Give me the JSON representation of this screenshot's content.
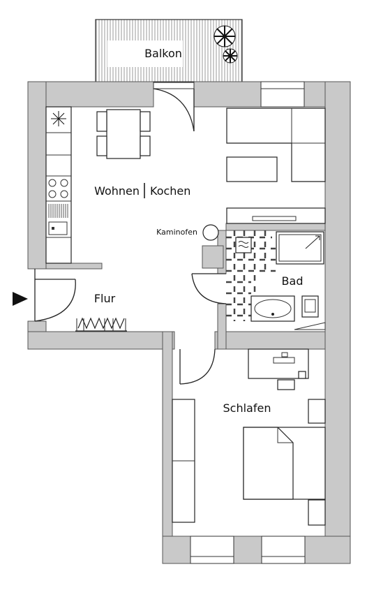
{
  "rooms": {
    "balkon": "Balkon",
    "wohnen": "Wohnen",
    "kochen": "Kochen",
    "flur": "Flur",
    "bad": "Bad",
    "schlafen": "Schlafen",
    "kaminofen": "Kaminofen"
  },
  "icons": {
    "entrance": "entrance-arrow-icon",
    "cooktop": "cooktop-icon",
    "shower": "shower-icon",
    "plants": "plant-icon"
  },
  "colors": {
    "wall": "#c9c9c9",
    "line": "#222222",
    "background": "#ffffff"
  }
}
